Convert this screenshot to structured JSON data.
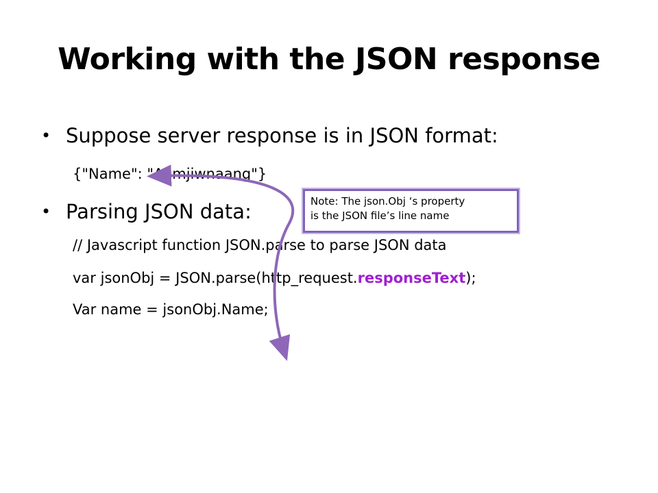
{
  "slide": {
    "title": "Working with the JSON response",
    "bullets": [
      {
        "text": "Suppose server response is in JSON format:",
        "sub": [
          "{\"Name\": \"Aamjiwnaang\"}"
        ]
      },
      {
        "text": "Parsing JSON data:",
        "sub": [
          "// Javascript function JSON.parse to parse JSON data",
          "var jsonObj = JSON.parse(http_request.",
          "responseText",
          ");",
          "Var name = jsonObj.Name;"
        ]
      }
    ],
    "note": {
      "line1": "Note: The json.Obj ‘s property",
      "line2": "is the JSON file’s line name"
    },
    "colors": {
      "accent": "#a020d0",
      "arrow": "#8e67b8",
      "note_border": "#7f63b8"
    }
  }
}
